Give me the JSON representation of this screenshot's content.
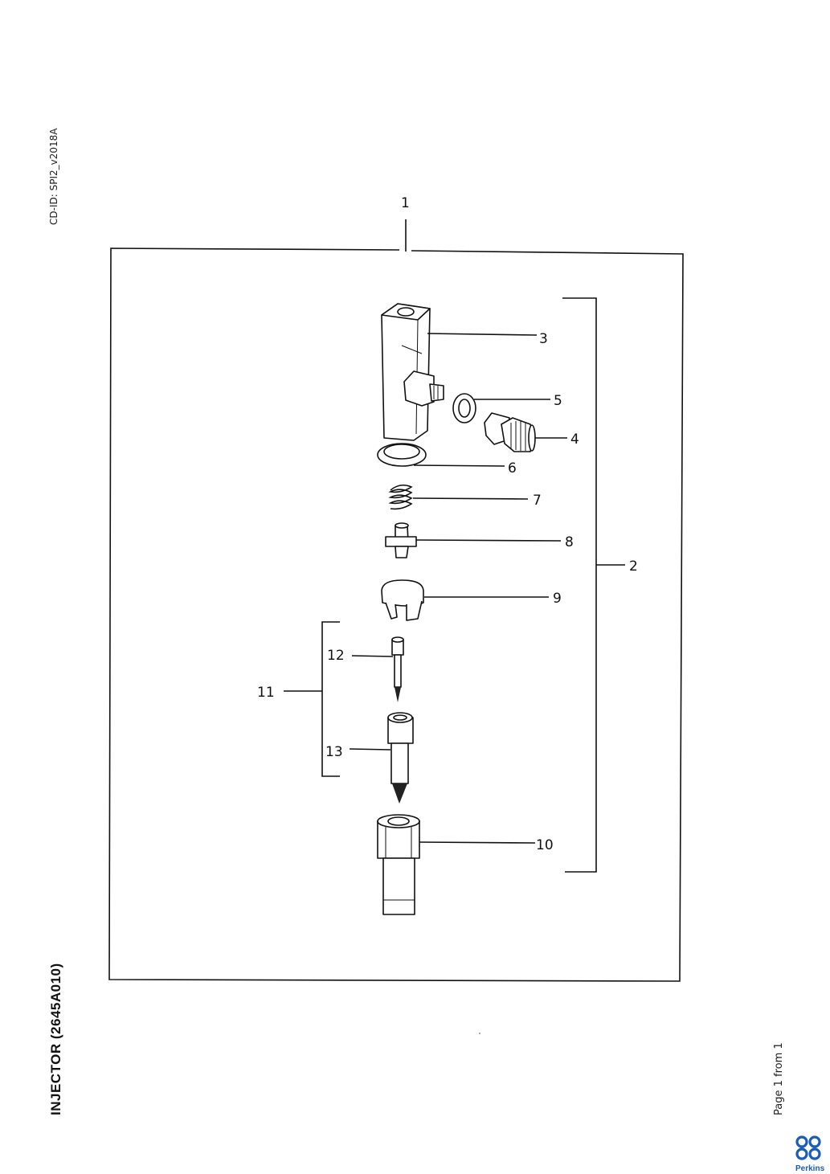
{
  "cd_id": "CD-ID: SPI2_v2018A",
  "title": "INJECTOR (2645A010)",
  "page_info": "Page 1 from 1",
  "brand": {
    "name": "Perkins",
    "color": "#1a5db8"
  },
  "callouts": [
    "1",
    "2",
    "3",
    "4",
    "5",
    "6",
    "7",
    "8",
    "9",
    "10",
    "11",
    "12",
    "13"
  ]
}
